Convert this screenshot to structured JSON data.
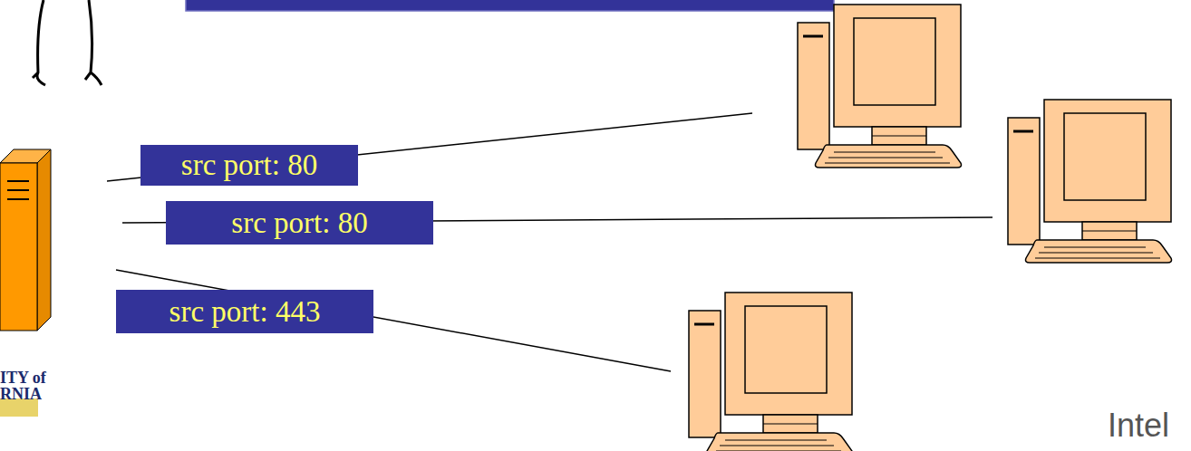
{
  "diagram": {
    "nodes": [
      {
        "text": [
          "src port: 80"
        ]
      },
      {
        "text": [
          "src port: 80"
        ]
      },
      {
        "text": [
          "src port: 443"
        ]
      }
    ],
    "labels": [
      "ITY of",
      "RNIA",
      "Intel"
    ]
  }
}
